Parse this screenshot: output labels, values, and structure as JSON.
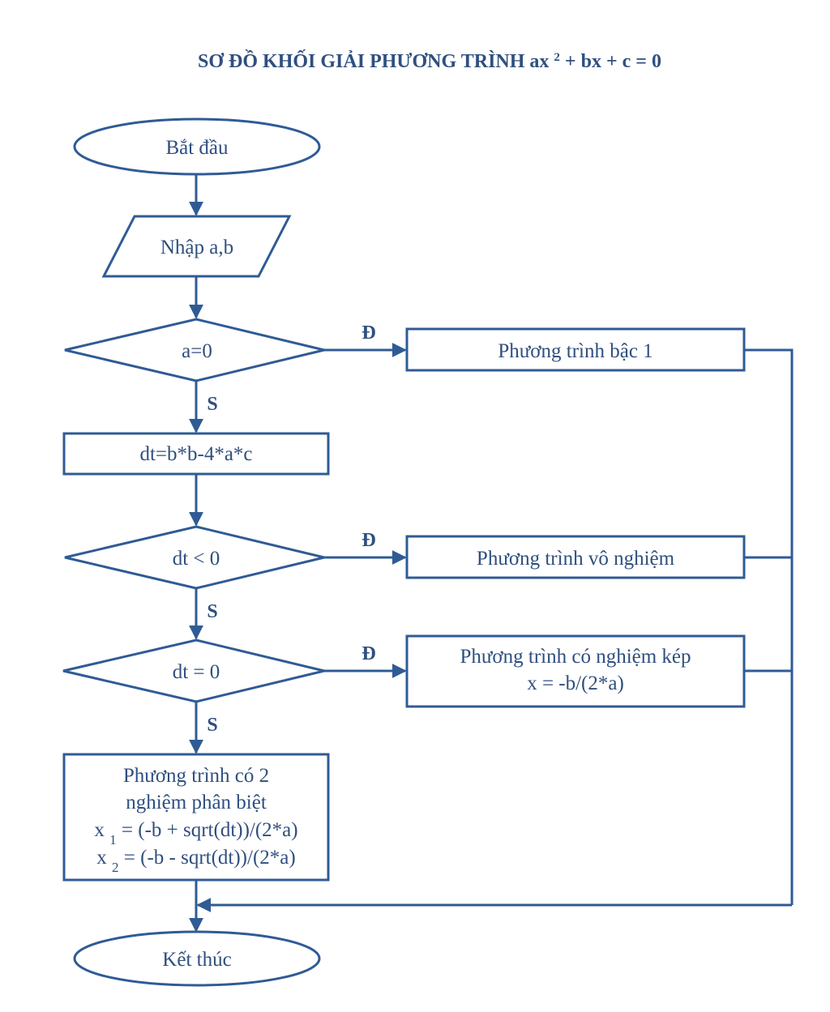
{
  "title": {
    "main": "SƠ ĐỒ KHỐI GIẢI PHƯƠNG TRÌNH ax",
    "superscript": "2",
    "rest": " + bx + c = 0"
  },
  "colors": {
    "line": "#2f5b95",
    "text": "#2f4f7f",
    "background": "#ffffff"
  },
  "nodes": {
    "start": "Bắt đầu",
    "input": "Nhập a,b",
    "decision_a": "a=0",
    "linear": "Phương trình bậc 1",
    "compute_dt": "dt=b*b-4*a*c",
    "decision_dt_negative": "dt < 0",
    "no_solution": "Phương trình vô nghiệm",
    "decision_dt_zero": "dt = 0",
    "double_root_line1": "Phương trình có nghiệm kép",
    "double_root_line2": "x = -b/(2*a)",
    "two_roots": {
      "line1": "Phương trình có 2",
      "line2": "nghiệm phân biệt",
      "x1_symbol": "x",
      "x1_subscript": "1",
      "x1_formula": " = (-b + sqrt(dt))/(2*a)",
      "x2_symbol": "x",
      "x2_subscript": "2",
      "x2_formula": " = (-b - sqrt(dt))/(2*a)"
    },
    "end": "Kết thúc"
  },
  "branch_labels": {
    "yes_a": "Đ",
    "no_a": "S",
    "yes_dt_negative": "Đ",
    "no_dt_negative": "S",
    "yes_dt_zero": "Đ",
    "no_dt_zero": "S"
  }
}
